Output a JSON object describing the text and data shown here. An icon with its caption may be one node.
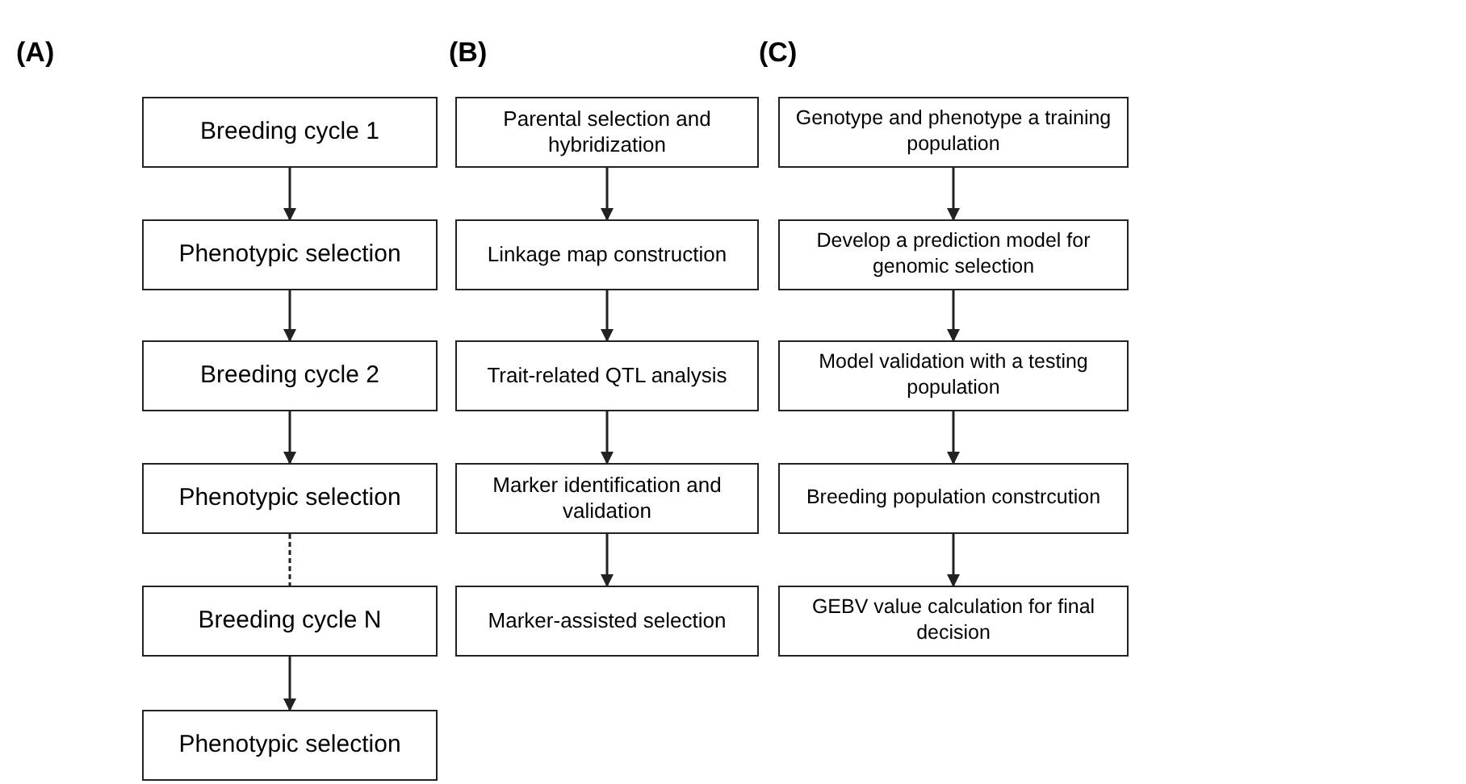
{
  "diagram": {
    "nodes": [
      {
        "text": [
          "Breeding cycle 1"
        ]
      },
      {
        "text": [
          "Phenotypic selection"
        ]
      },
      {
        "text": [
          "Breeding cycle 2"
        ]
      },
      {
        "text": [
          "Phenotypic selection"
        ]
      },
      {
        "text": [
          "Breeding cycle N"
        ]
      },
      {
        "text": [
          "Phenotypic selection"
        ]
      },
      {
        "text": [
          "Parental selection and hybridization"
        ]
      },
      {
        "text": [
          "Linkage map construction"
        ]
      },
      {
        "text": [
          "Trait-related QTL analysis"
        ]
      },
      {
        "text": [
          "Marker identification and validation"
        ]
      },
      {
        "text": [
          "Marker-assisted selection"
        ]
      },
      {
        "text": [
          "Genotype and phenotype a training population"
        ]
      },
      {
        "text": [
          "Develop a prediction model for genomic selection"
        ]
      },
      {
        "text": [
          "Model validation with a testing population"
        ]
      },
      {
        "text": [
          "Breeding population constrcution"
        ]
      },
      {
        "text": [
          "GEBV value calculation for final decision"
        ]
      }
    ],
    "edges": [
      {
        "from": 0,
        "to": 1,
        "arrow": "to"
      },
      {
        "from": 1,
        "to": 2,
        "arrow": "to"
      },
      {
        "from": 2,
        "to": 3,
        "arrow": "to"
      },
      {
        "from": 3,
        "to": 4,
        "arrow": "none",
        "style": "dashed"
      },
      {
        "from": 4,
        "to": 5,
        "arrow": "to"
      },
      {
        "from": 6,
        "to": 7,
        "arrow": "to"
      },
      {
        "from": 7,
        "to": 8,
        "arrow": "to"
      },
      {
        "from": 8,
        "to": 9,
        "arrow": "to"
      },
      {
        "from": 9,
        "to": 10,
        "arrow": "to"
      },
      {
        "from": 11,
        "to": 12,
        "arrow": "to"
      },
      {
        "from": 12,
        "to": 13,
        "arrow": "to"
      },
      {
        "from": 13,
        "to": 14,
        "arrow": "to"
      },
      {
        "from": 14,
        "to": 15,
        "arrow": "to"
      }
    ],
    "labels": [
      "(A)",
      "(B)",
      "(C)"
    ]
  }
}
